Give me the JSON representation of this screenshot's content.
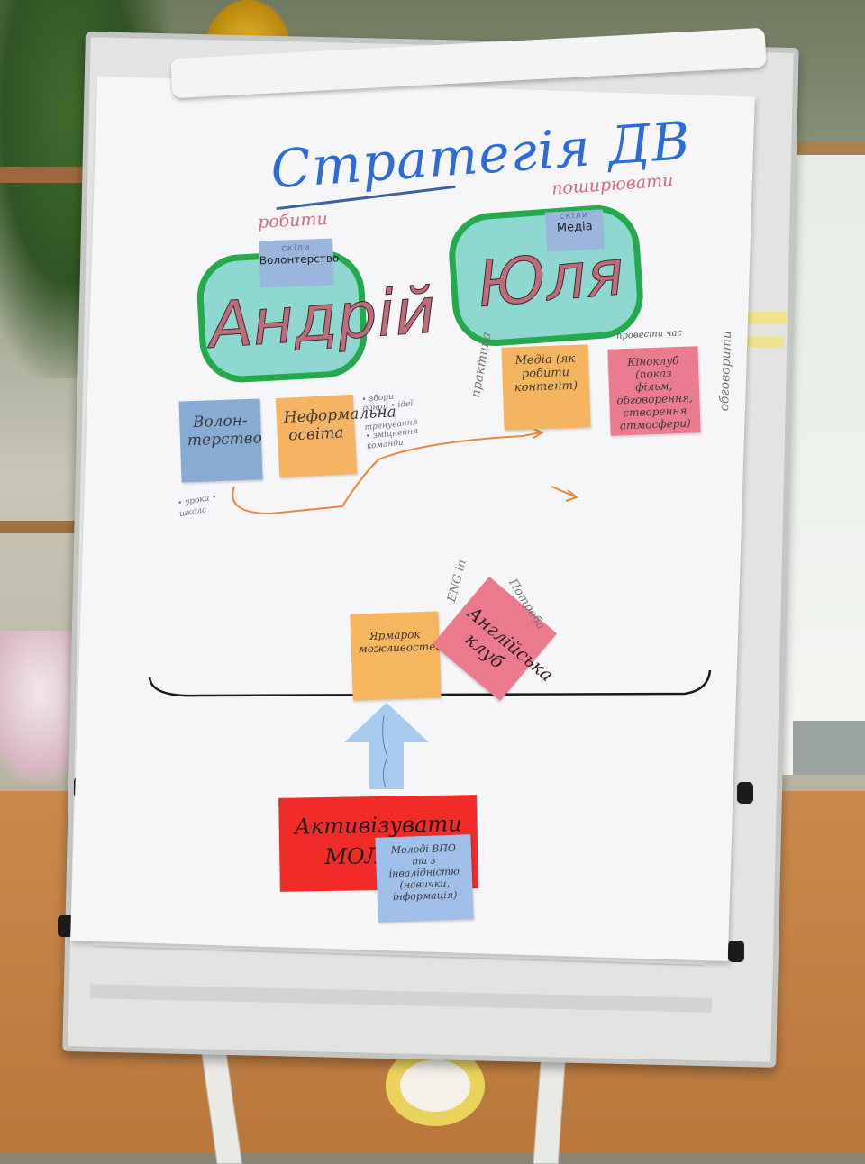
{
  "board": {
    "title": "Стратегія ДВ",
    "left_label": "робити",
    "right_label": "поширювати",
    "left_bubble": {
      "skill_caption": "скіли",
      "skill": "Волонтерство",
      "name": "Андрій"
    },
    "right_bubble": {
      "skill_caption": "скіли",
      "skill": "Медіа",
      "name": "Юля"
    },
    "notes": {
      "volunteer": "Волон-терство",
      "nonformal": "Неформальна освіта",
      "nonformal_side": "• збори донор • ідеї • тренування • зміцнення команди",
      "left_side": "• уроки • школа",
      "praktyka": "практика",
      "media": "Медіа (як робити контент)",
      "provesty": "провести час",
      "kino": "Кіноклуб (показ фільм, обговорення, створення атмосфери)",
      "obgovoryty": "обговорити",
      "fair": "Ярмарок можливостей",
      "eng": "ENG in",
      "potreba": "Потреба",
      "english_club": "Англійська клуб",
      "banner": "Активізувати МОЛОДЬ",
      "youth": "Молоді ВПО та з інвалідністю (навички, інформація)"
    },
    "colors": {
      "title": "#2d6bd6",
      "bubble_border": "#24a94d",
      "bubble_fill": "#8ed8d1",
      "orange_note": "#f5b45f",
      "pink_note": "#eb7b8e",
      "blue_note": "#86abd4",
      "banner": "#f02b28"
    }
  }
}
